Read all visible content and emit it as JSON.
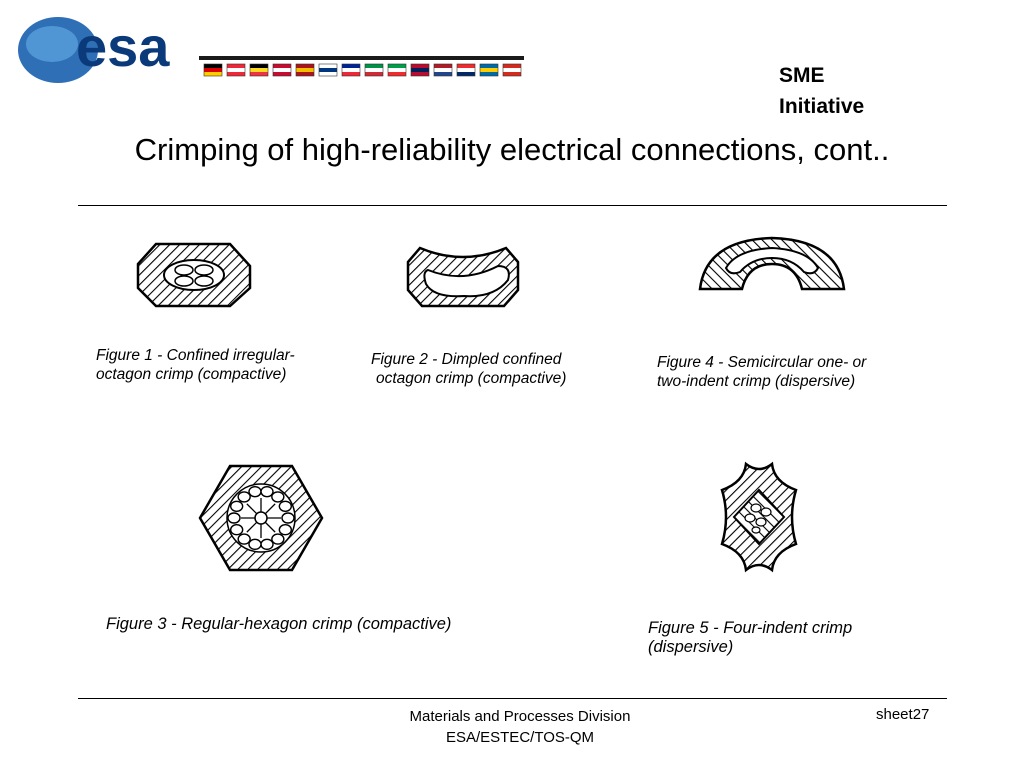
{
  "header": {
    "logo_text": "esa",
    "flag_colors": [
      [
        "#000000",
        "#dd0000",
        "#ffce00"
      ],
      [
        "#ed2939",
        "#ffffff",
        "#ed2939"
      ],
      [
        "#000000",
        "#fdda24",
        "#ef3340"
      ],
      [
        "#c60c30",
        "#ffffff",
        "#c60c30"
      ],
      [
        "#aa151b",
        "#f1bf00",
        "#aa151b"
      ],
      [
        "#ffffff",
        "#003580",
        "#ffffff"
      ],
      [
        "#002395",
        "#ffffff",
        "#ed2939"
      ],
      [
        "#009246",
        "#ffffff",
        "#ce2b37"
      ],
      [
        "#009e49",
        "#ffffff",
        "#ef2b2d"
      ],
      [
        "#ba0c2f",
        "#00205b",
        "#ba0c2f"
      ],
      [
        "#ae1c28",
        "#ffffff",
        "#21468b"
      ],
      [
        "#ef2b2d",
        "#ffffff",
        "#002868"
      ],
      [
        "#006aa7",
        "#fecc00",
        "#006aa7"
      ],
      [
        "#d52b1e",
        "#ffffff",
        "#d52b1e"
      ]
    ],
    "badge_line1": "SME",
    "badge_line2": "Initiative"
  },
  "slide": {
    "title": "Crimping of high-reliability electrical connections, cont.."
  },
  "figures": {
    "fig1": {
      "line1": "Figure 1 - Confined irregular-",
      "line2": "octagon crimp (compactive)"
    },
    "fig2": {
      "line1": "Figure 2 - Dimpled confined",
      "line2": "octagon crimp (compactive)"
    },
    "fig4": {
      "line1": "Figure 4 - Semicircular one- or",
      "line2": "two-indent crimp (dispersive)"
    },
    "fig3": {
      "line1": "Figure 3 - Regular-hexagon crimp (compactive)"
    },
    "fig5": {
      "line1": "Figure 5 - Four-indent crimp",
      "line2": "(dispersive)"
    }
  },
  "footer": {
    "division_line1": "Materials and Processes Division",
    "division_line2": "ESA/ESTEC/TOS-QM",
    "sheet": "sheet27"
  }
}
